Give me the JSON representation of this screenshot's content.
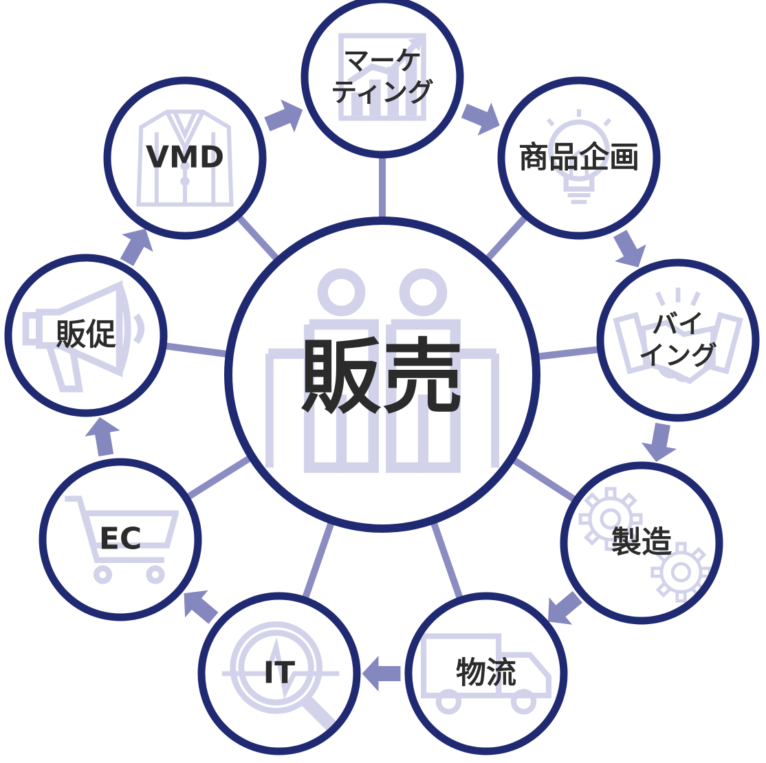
{
  "colors": {
    "ring": "#1f2a72",
    "spoke": "#8a8cc2",
    "arrow": "#8587bf",
    "icon": "#d2d3ea",
    "text": "#2b2b2b"
  },
  "center": {
    "label": "販売",
    "icon": "two-people-icon"
  },
  "nodes": [
    {
      "id": "marketing",
      "label_lines": [
        "マーケ",
        "ティング"
      ],
      "icon": "chart-growth-icon"
    },
    {
      "id": "product-planning",
      "label_lines": [
        "商品企画"
      ],
      "icon": "lightbulb-icon"
    },
    {
      "id": "buying",
      "label_lines": [
        "バイ",
        "イング"
      ],
      "icon": "handshake-icon"
    },
    {
      "id": "manufacturing",
      "label_lines": [
        "製造"
      ],
      "icon": "gears-icon"
    },
    {
      "id": "logistics",
      "label_lines": [
        "物流"
      ],
      "icon": "truck-icon"
    },
    {
      "id": "it",
      "label_lines": [
        "IT"
      ],
      "icon": "magnifier-pulse-icon"
    },
    {
      "id": "ec",
      "label_lines": [
        "EC"
      ],
      "icon": "shopping-cart-icon"
    },
    {
      "id": "promotion",
      "label_lines": [
        "販促"
      ],
      "icon": "megaphone-icon"
    },
    {
      "id": "vmd",
      "label_lines": [
        "VMD"
      ],
      "icon": "jacket-icon"
    }
  ]
}
